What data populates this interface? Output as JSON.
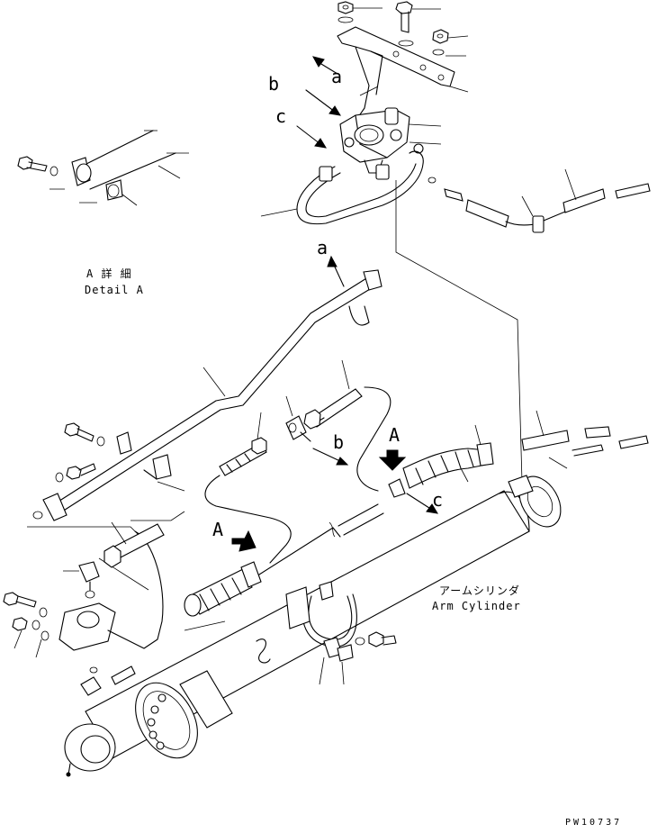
{
  "labels": {
    "a": "a",
    "b": "b",
    "c": "c",
    "A": "A"
  },
  "detail": {
    "title_jp": "A 詳 細",
    "title_en": "Detail A"
  },
  "cylinder": {
    "label_jp": "アームシリンダ",
    "label_en": "Arm Cylinder"
  },
  "drawing": {
    "code": "PW10737"
  }
}
